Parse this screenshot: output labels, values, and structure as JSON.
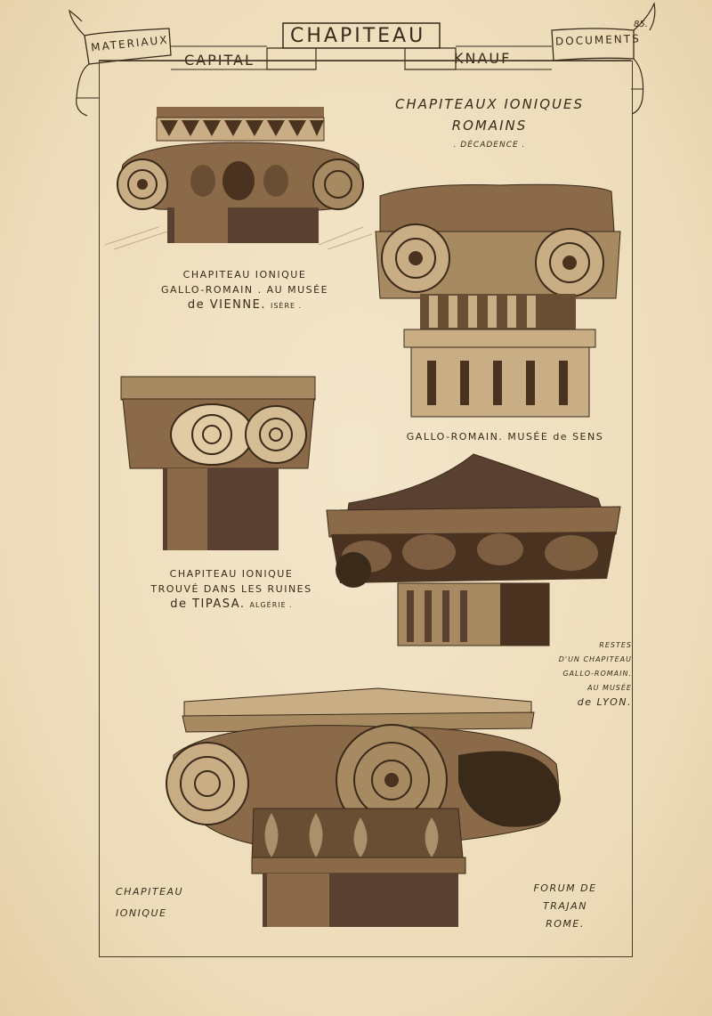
{
  "header": {
    "main_title": "CHAPITEAU",
    "left_ribbon": "MATERIAUX",
    "right_ribbon": "DOCUMENTS",
    "english": "CAPITAL",
    "german": "KNAUF",
    "page_number": "85."
  },
  "title_block": {
    "line1": "CHAPITEAUX IONIQUES",
    "line2": "ROMAINS",
    "line3": ". DÉCADENCE ."
  },
  "captions": {
    "vienne": {
      "line1": "CHAPITEAU IONIQUE",
      "line2": "GALLO-ROMAIN . AU MUSÉE",
      "line3a": "de VIENNE.",
      "line3b": "ISÈRE ."
    },
    "sens": {
      "text": "GALLO-ROMAIN. MUSÉE de SENS"
    },
    "tipasa": {
      "line1": "CHAPITEAU IONIQUE",
      "line2": "TROUVÉ DANS LES RUINES",
      "line3a": "de TIPASA.",
      "line3b": "ALGÉRIE ."
    },
    "lyon": {
      "line1": "RESTES",
      "line2": "D'UN CHAPITEAU",
      "line3": "GALLO-ROMAIN.",
      "line4": "AU MUSÉE",
      "line5": "de LYON."
    },
    "ionique": {
      "line1": "CHAPITEAU",
      "line2": "IONIQUE"
    },
    "trajan": {
      "line1": "FORUM DE",
      "line2": "TRAJAN",
      "line3": "ROME."
    }
  },
  "colors": {
    "paper": "#efe0c2",
    "ink": "#3a2a1a",
    "sepia_dark": "#4a3220",
    "sepia_mid": "#8a6a48",
    "sepia_light": "#c9ad85"
  }
}
